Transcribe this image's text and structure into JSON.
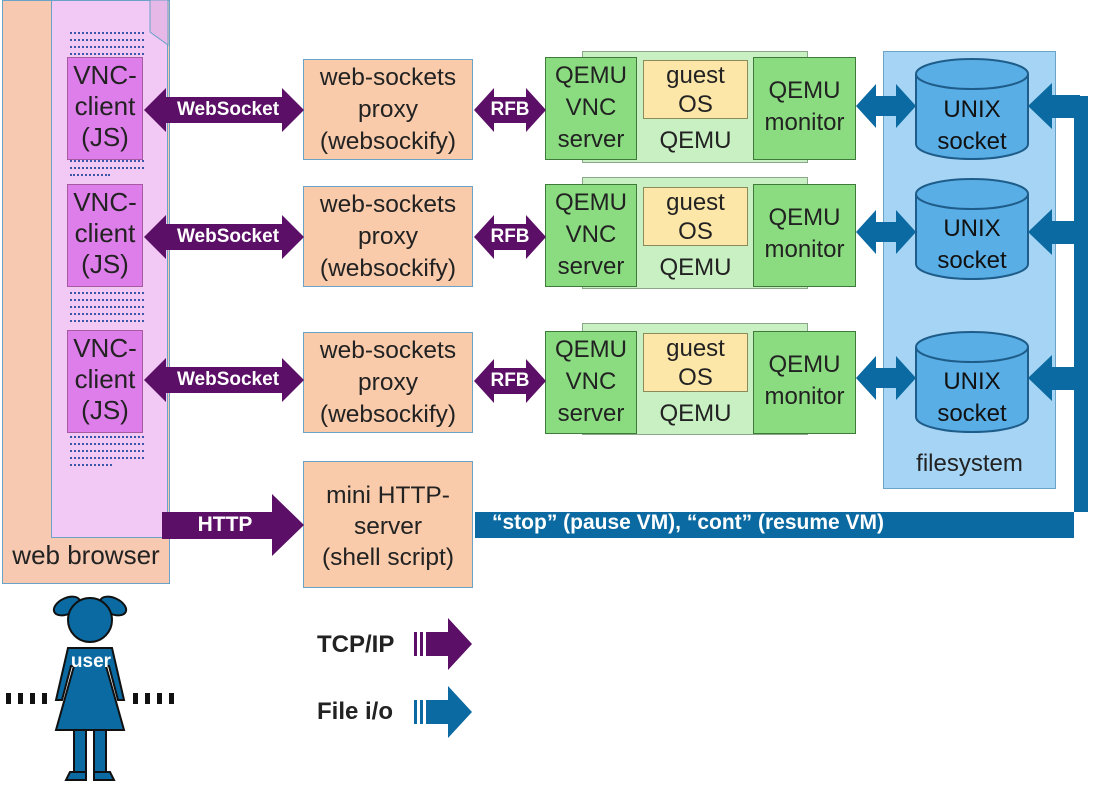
{
  "browser": {
    "label": "web browser",
    "vnc_clients": [
      {
        "line1": "VNC-",
        "line2": "client",
        "line3": "(JS)"
      },
      {
        "line1": "VNC-",
        "line2": "client",
        "line3": "(JS)"
      },
      {
        "line1": "VNC-",
        "line2": "client",
        "line3": "(JS)"
      }
    ]
  },
  "links": {
    "websocket": "WebSocket",
    "rfb": "RFB",
    "http": "HTTP",
    "commands": "“stop” (pause VM), “cont” (resume VM)"
  },
  "proxies": [
    {
      "line1": "web-sockets",
      "line2": "proxy",
      "line3": "(websockify)"
    },
    {
      "line1": "web-sockets",
      "line2": "proxy",
      "line3": "(websockify)"
    },
    {
      "line1": "web-sockets",
      "line2": "proxy",
      "line3": "(websockify)"
    }
  ],
  "http_server": {
    "line1": "mini HTTP-",
    "line2": "server",
    "line3": "(shell script)"
  },
  "vms": [
    {
      "vnc1": "QEMU",
      "vnc2": "VNC",
      "vnc3": "server",
      "guest1": "guest",
      "guest2": "OS",
      "qemu": "QEMU",
      "mon1": "QEMU",
      "mon2": "monitor"
    },
    {
      "vnc1": "QEMU",
      "vnc2": "VNC",
      "vnc3": "server",
      "guest1": "guest",
      "guest2": "OS",
      "qemu": "QEMU",
      "mon1": "QEMU",
      "mon2": "monitor"
    },
    {
      "vnc1": "QEMU",
      "vnc2": "VNC",
      "vnc3": "server",
      "guest1": "guest",
      "guest2": "OS",
      "qemu": "QEMU",
      "mon1": "QEMU",
      "mon2": "monitor"
    }
  ],
  "filesystem": {
    "label": "filesystem",
    "sockets": [
      {
        "line1": "UNIX",
        "line2": "socket"
      },
      {
        "line1": "UNIX",
        "line2": "socket"
      },
      {
        "line1": "UNIX",
        "line2": "socket"
      }
    ]
  },
  "user": {
    "label": "user"
  },
  "legend": {
    "tcp": "TCP/IP",
    "file": "File i/o"
  },
  "colors": {
    "tcp": "#5b0f66",
    "file": "#0a6aa1",
    "browser": "#f6c9b0",
    "vnc_client": "#de7eea",
    "qemu": "#8bdc80",
    "guest": "#fce7a9",
    "filesystem": "#a6d4f4"
  }
}
